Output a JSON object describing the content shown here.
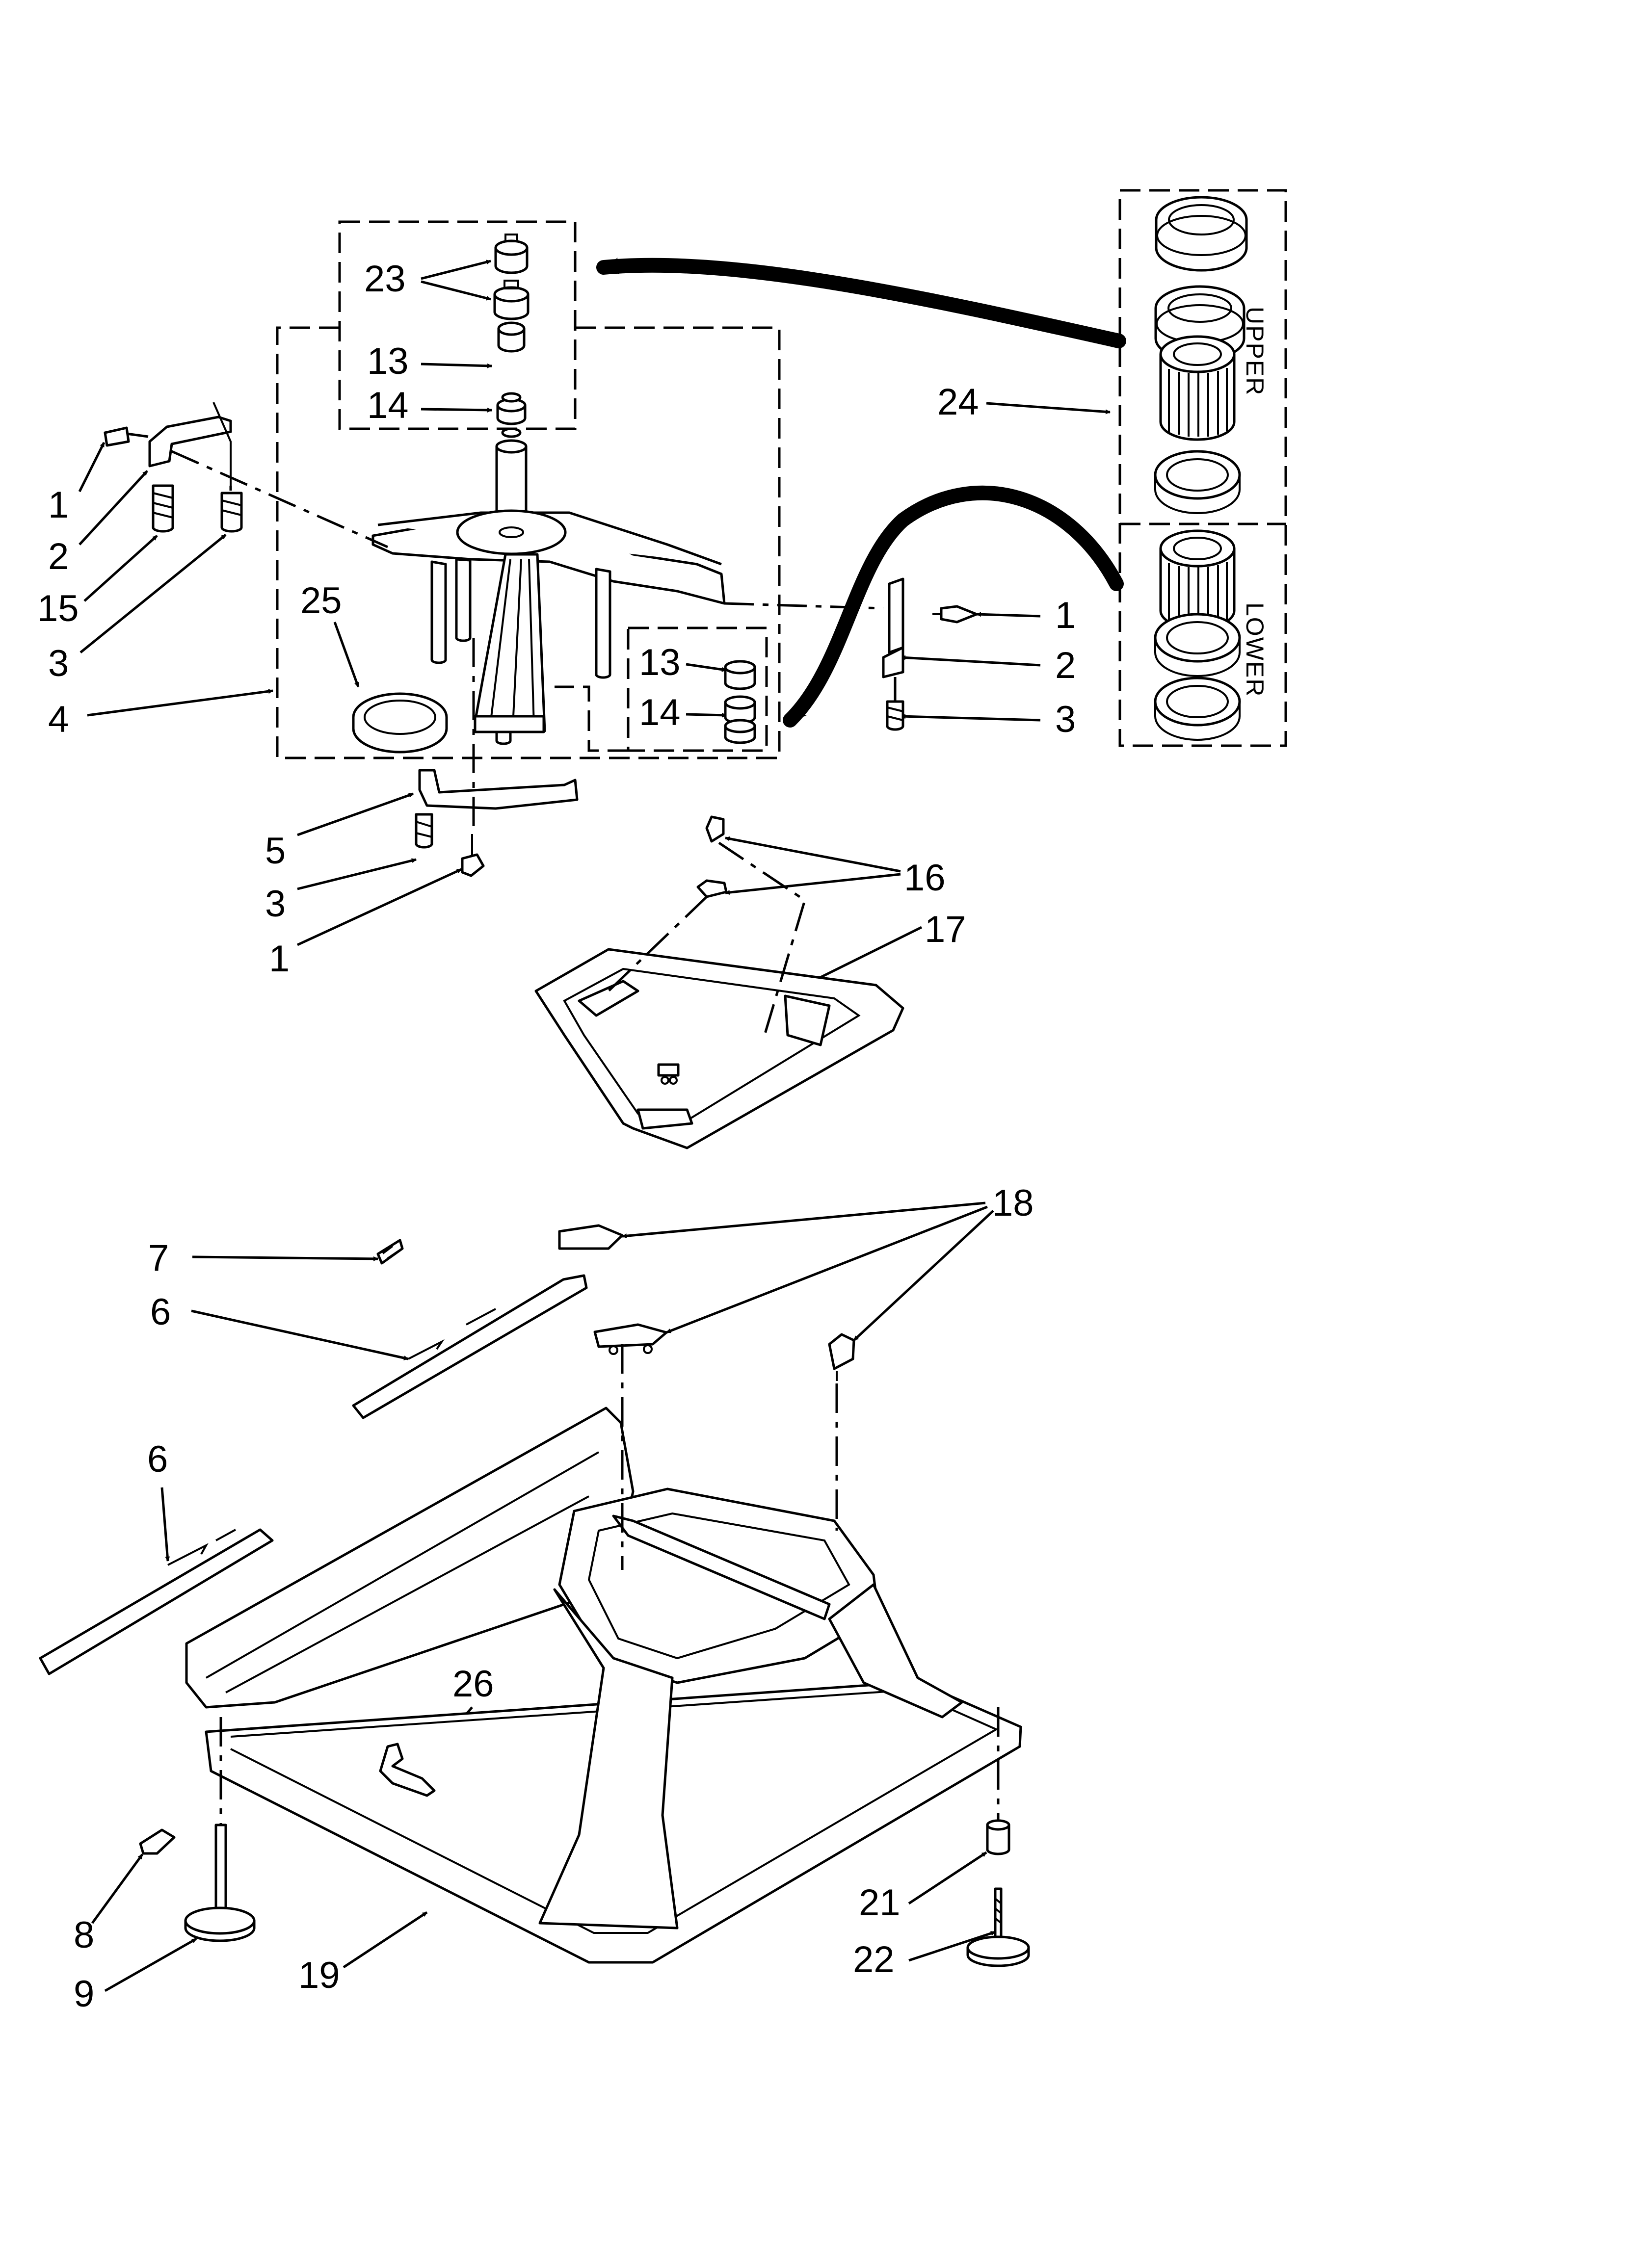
{
  "callouts": [
    {
      "text": "23"
    },
    {
      "text": "13"
    },
    {
      "text": "14"
    },
    {
      "text": "24"
    },
    {
      "text": "1"
    },
    {
      "text": "2"
    },
    {
      "text": "15"
    },
    {
      "text": "3"
    },
    {
      "text": "25"
    },
    {
      "text": "1"
    },
    {
      "text": "2"
    },
    {
      "text": "3"
    },
    {
      "text": "13"
    },
    {
      "text": "14"
    },
    {
      "text": "4"
    },
    {
      "text": "5"
    },
    {
      "text": "3"
    },
    {
      "text": "1"
    },
    {
      "text": "16"
    },
    {
      "text": "17"
    },
    {
      "text": "16"
    },
    {
      "text": "18"
    },
    {
      "text": "7"
    },
    {
      "text": "6"
    },
    {
      "text": "6"
    },
    {
      "text": "26"
    },
    {
      "text": "8"
    },
    {
      "text": "9"
    },
    {
      "text": "19"
    },
    {
      "text": "21"
    },
    {
      "text": "22"
    }
  ],
  "kit_labels": {
    "upper": "UPPER",
    "lower": "LOWER"
  }
}
